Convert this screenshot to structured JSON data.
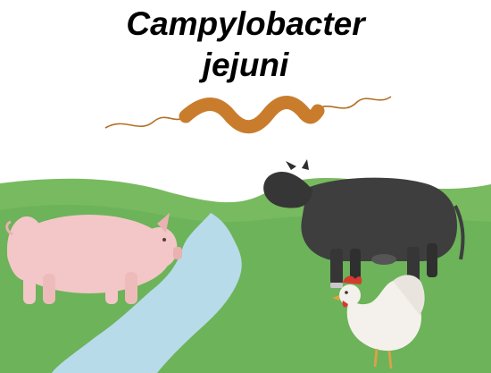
{
  "title": {
    "line1": "Campylobacter",
    "line2": "jejuni"
  },
  "colors": {
    "background": "#ffffff",
    "text": "#000000",
    "grass_back": "#78ba5f",
    "grass_front": "#6cb35a",
    "river": "#b7dbe8",
    "bacterium_body": "#c97d2c",
    "flagella": "#b36f24",
    "pig": "#f3c7c7",
    "cow": "#3e3e3e",
    "chicken": "#f4f1ec",
    "comb": "#d63a2e"
  },
  "illustration": {
    "subject": "bacterium",
    "animals": [
      "pig-illustration",
      "cow-illustration",
      "chicken-illustration"
    ]
  }
}
